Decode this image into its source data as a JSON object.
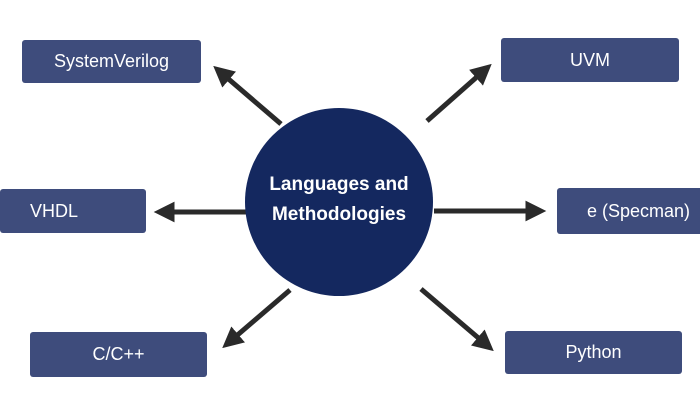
{
  "center": {
    "label": "Languages and\nMethodologies"
  },
  "nodes": {
    "systemverilog": "SystemVerilog",
    "uvm": "UVM",
    "vhdl": "VHDL",
    "especman": "e (Specman)",
    "cpp": "C/C++",
    "python": "Python"
  },
  "colors": {
    "hub_fill": "#14285f",
    "node_fill": "#3e4c7c",
    "arrow": "#2a2a2a",
    "text": "#ffffff"
  }
}
